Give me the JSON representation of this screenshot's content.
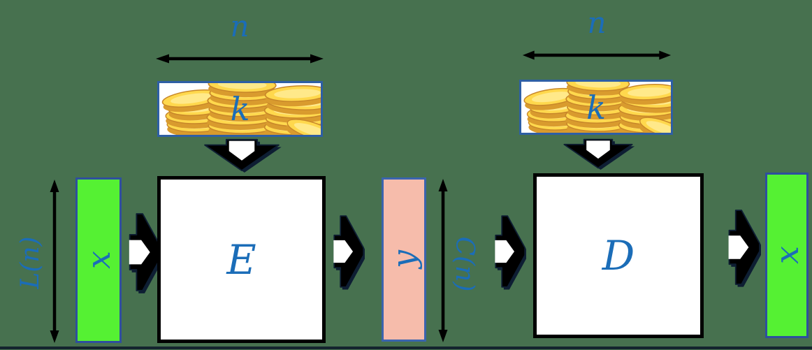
{
  "diagram": {
    "title_hint": "symmetric-encryption-scheme",
    "labels": {
      "enc_n": "n",
      "dec_n": "n",
      "enc_k": "k",
      "dec_k": "k",
      "plaintext_in": "x",
      "plaintext_len": "L(n)",
      "enc_box": "E",
      "ciphertext": "y",
      "ciphertext_len": "C(n)",
      "dec_box": "D",
      "plaintext_out": "x"
    }
  },
  "colors": {
    "bg": "#47714F",
    "label-blue": "#1B6DB8",
    "bar-green": "#55F133",
    "bar-green-border": "#2E4F9E",
    "bar-pink": "#F6BCAB",
    "bar-pink-border": "#3A64AE",
    "key-box-border": "#2E5FA5",
    "process-box-border": "#000000",
    "process-box-bg": "#FFFFFF",
    "arrow-black": "#000000",
    "arrow-shadow": "#0E1E33",
    "coin-gold": "#FFD84D",
    "coin-gold-dark": "#D99B2E",
    "coin-gold-light": "#FFE98A",
    "coin-outline": "#C8872A",
    "bottom-line": "#14242E"
  }
}
